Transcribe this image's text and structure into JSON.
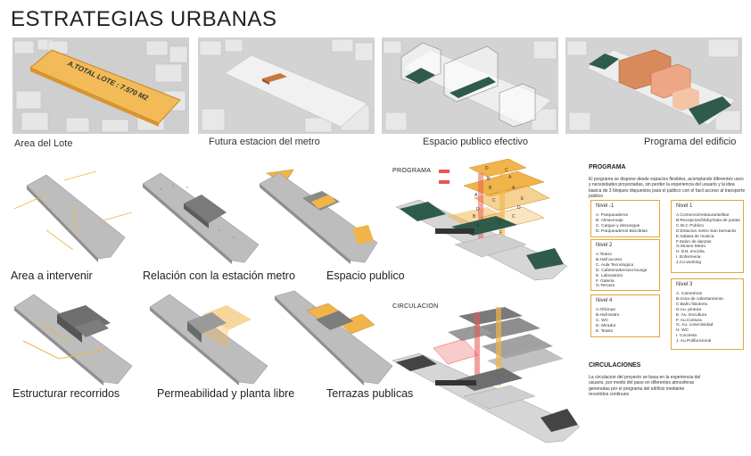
{
  "title": "ESTRATEGIAS URBANAS",
  "top_panels": [
    {
      "caption": "Area del Lote",
      "overlay": "A.TOTAL LOTE : 7.570 M2"
    },
    {
      "caption": "Futura estacion del metro"
    },
    {
      "caption": "Espacio publico efectivo"
    },
    {
      "caption": "Programa del edificio"
    }
  ],
  "strategies": [
    {
      "caption": "Area a intervenir"
    },
    {
      "caption": "Relación con la estación metro"
    },
    {
      "caption": "Espacio publico"
    },
    {
      "caption": "Estructurar recorridos"
    },
    {
      "caption": "Permeabilidad y planta  libre"
    },
    {
      "caption": "Terrazas publicas"
    }
  ],
  "programa": {
    "diagram_label": "PROGRAMA",
    "heading": "PROGRAMA",
    "description": "El programa se dispone desde espacios flexibles, acomplando diferentes usos y necesidades proyectadas, sin perder la experiencia del usuario y la idea basica de 3 bloques dispuestos para el publico con el facil acceso al transporte publico",
    "block_letters": [
      "D",
      "C",
      "B",
      "A",
      "B",
      "A",
      "E",
      "D",
      "C",
      "A",
      "D",
      "B",
      "C",
      "D",
      "A",
      "F"
    ],
    "levels": [
      {
        "name": "Nivel -1",
        "items": [
          "A. Parqueaderos",
          "B. Almacenaje",
          "C. Cargue y descargue",
          "D. Parqueaderos Bicicletas"
        ]
      },
      {
        "name": "Nivel 1",
        "items": [
          "A.Comercio/restaurante/Bar",
          "B.Recepcion/lobby/Sala de juntas",
          "C.W.C Publico",
          "D.Estacion metro San bernardo",
          "E.Salasa de musica",
          "F.Salon de danzas",
          "G.Museo Metro",
          "H. Est. enciclia",
          "I. Enfermeria",
          "J.Co-working"
        ]
      },
      {
        "name": "Nivel 2",
        "items": [
          "A.Teatro",
          "B.Hall acceso",
          "C. Aula Tecnologica",
          "D. Cafeteria/terraza lounge",
          "E. Laboratorio",
          "F. Galeria",
          "G.Terraza"
        ]
      },
      {
        "name": "Nivel 4",
        "items": [
          "A.Oficinas",
          "B.Hall teatro",
          "C. WC",
          "D. Mirador",
          "E. Teatro"
        ]
      },
      {
        "name": "Nivel 3",
        "items": [
          "A. Camerinos",
          "B.zona de calentamiento",
          "C.Baño fisioterio",
          "D.Au. pintura",
          "E. Au. Escultura",
          "F. Au.Costura",
          "G. Au. conectividad",
          "H. WC",
          "I. Cocineta",
          "J. Au Polifuncional"
        ]
      }
    ]
  },
  "circulacion": {
    "diagram_label": "CIRCULACION",
    "heading": "CIRCULACIONES",
    "description": "La circulacion del proyecto se basa en la experiencia del usuario, por medio del paso en diferentes atmosferas generadas por el programa del edificio mediante recorridos continuos"
  },
  "colors": {
    "accent_orange": "#f0b44a",
    "dark_green": "#2f5b4a",
    "circulation_red": "#e8564f",
    "block_grey": "#9a9a9a",
    "box_border": "#e3a63b"
  }
}
